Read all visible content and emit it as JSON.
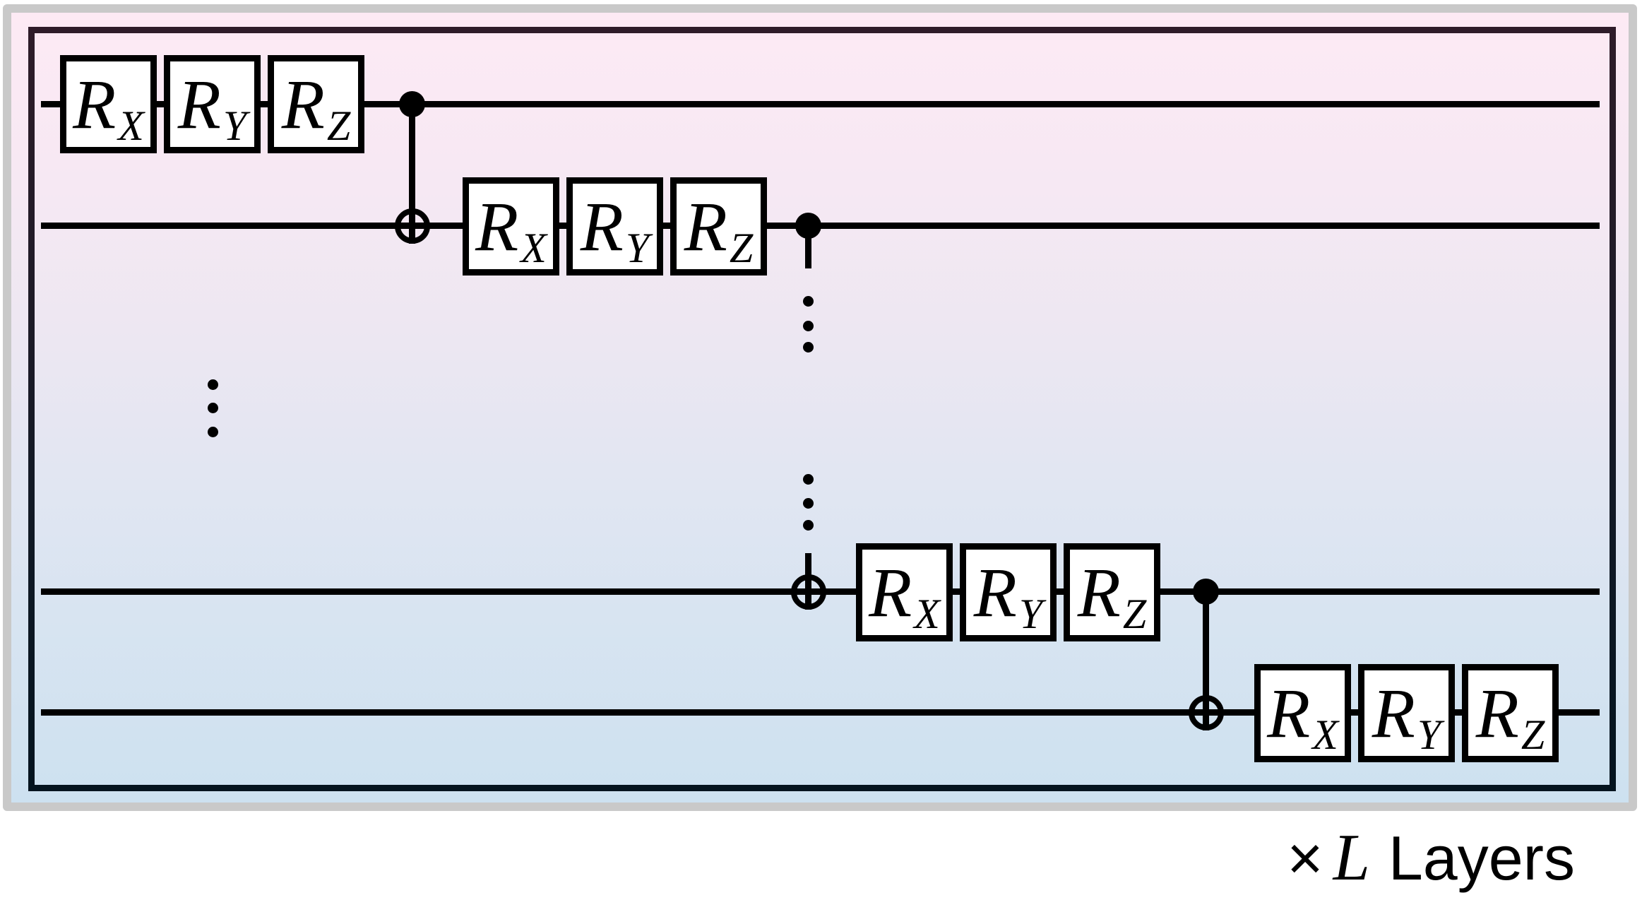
{
  "figure_type": "quantum-circuit-layer-diagram",
  "caption": {
    "times_symbol": "×",
    "layer_count_variable": "L",
    "layers_label": "Layers"
  },
  "rows": [
    {
      "gates": [
        {
          "base": "R",
          "sub": "X"
        },
        {
          "base": "R",
          "sub": "Y"
        },
        {
          "base": "R",
          "sub": "Z"
        }
      ]
    },
    {
      "gates": [
        {
          "base": "R",
          "sub": "X"
        },
        {
          "base": "R",
          "sub": "Y"
        },
        {
          "base": "R",
          "sub": "Z"
        }
      ]
    },
    {
      "gates": [
        {
          "base": "R",
          "sub": "X"
        },
        {
          "base": "R",
          "sub": "Y"
        },
        {
          "base": "R",
          "sub": "Z"
        }
      ]
    },
    {
      "gates": [
        {
          "base": "R",
          "sub": "X"
        },
        {
          "base": "R",
          "sub": "Y"
        },
        {
          "base": "R",
          "sub": "Z"
        }
      ]
    }
  ],
  "colors": {
    "background_gradient_top": "#fdeaf4",
    "background_gradient_bottom": "#cde1f0",
    "outer_border_gray": "#c9c9c9",
    "inner_frame_top": "#2e1c29",
    "inner_frame_bottom": "#04141f",
    "wire_black": "#000000",
    "gate_fill": "#ffffff",
    "gate_border": "#000000",
    "text": "#000000"
  }
}
